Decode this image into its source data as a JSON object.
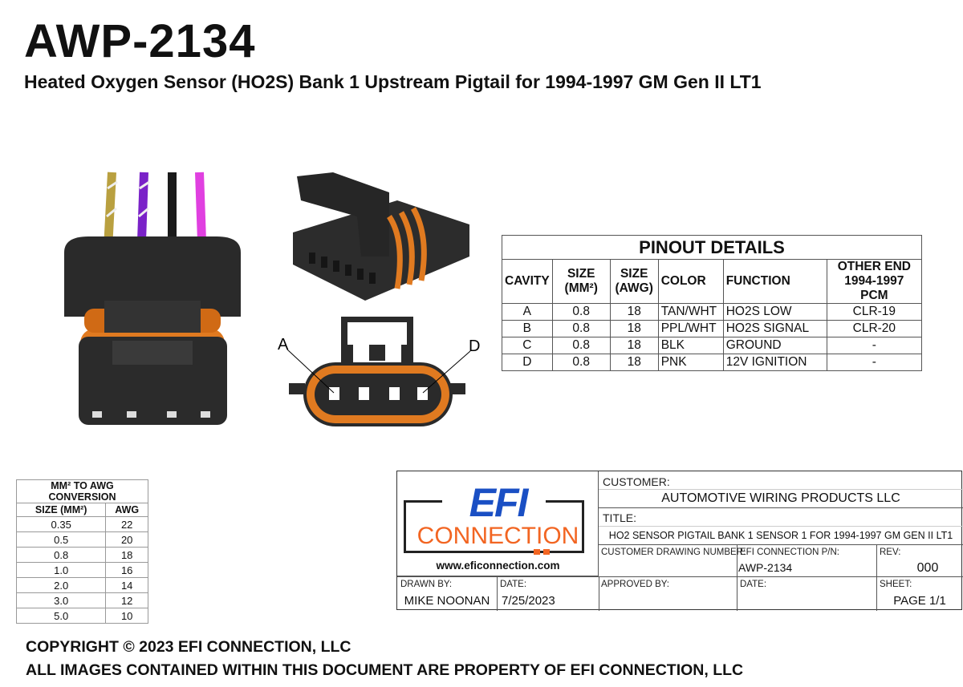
{
  "header": {
    "part_number": "AWP-2134",
    "subtitle": "Heated Oxygen Sensor (HO2S) Bank 1 Upstream Pigtail for 1994-1997 GM Gen II LT1"
  },
  "diagram": {
    "label_a": "A",
    "label_d": "D",
    "wire_colors": [
      "#b9a040",
      "#7a22c8",
      "#1a1a1a",
      "#e040e0"
    ],
    "seal_color": "#e07a20"
  },
  "pinout": {
    "title": "PINOUT DETAILS",
    "headers": [
      "CAVITY",
      "SIZE (MM²)",
      "SIZE (AWG)",
      "COLOR",
      "FUNCTION",
      "OTHER END 1994-1997 PCM"
    ],
    "rows": [
      [
        "A",
        "0.8",
        "18",
        "TAN/WHT",
        "HO2S LOW",
        "CLR-19"
      ],
      [
        "B",
        "0.8",
        "18",
        "PPL/WHT",
        "HO2S SIGNAL",
        "CLR-20"
      ],
      [
        "C",
        "0.8",
        "18",
        "BLK",
        "GROUND",
        "-"
      ],
      [
        "D",
        "0.8",
        "18",
        "PNK",
        "12V IGNITION",
        "-"
      ]
    ]
  },
  "conversion": {
    "title": "MM² TO AWG CONVERSION",
    "headers": [
      "SIZE (MM²)",
      "AWG"
    ],
    "rows": [
      [
        "0.35",
        "22"
      ],
      [
        "0.5",
        "20"
      ],
      [
        "0.8",
        "18"
      ],
      [
        "1.0",
        "16"
      ],
      [
        "2.0",
        "14"
      ],
      [
        "3.0",
        "12"
      ],
      [
        "5.0",
        "10"
      ]
    ]
  },
  "title_block": {
    "logo_top": "EFI",
    "logo_bottom": "CONNECTION",
    "website": "www.eficonnection.com",
    "customer_label": "CUSTOMER:",
    "customer": "AUTOMOTIVE WIRING PRODUCTS LLC",
    "title_label": "TITLE:",
    "title": "HO2 SENSOR PIGTAIL BANK 1 SENSOR 1 FOR 1994-1997 GM GEN II LT1",
    "cust_dwg_label": "CUSTOMER DRAWING NUMBER:",
    "cust_dwg": "",
    "pn_label": "EFI CONNECTION P/N:",
    "pn": "AWP-2134",
    "rev_label": "REV:",
    "rev": "000",
    "drawn_label": "DRAWN BY:",
    "drawn": "MIKE NOONAN",
    "date_label": "DATE:",
    "date": "7/25/2023",
    "approved_label": "APPROVED BY:",
    "approved": "",
    "date2_label": "DATE:",
    "date2": "",
    "sheet_label": "SHEET:",
    "sheet": "PAGE 1/1",
    "brand_blue": "#1a4fc4",
    "brand_orange": "#f26522"
  },
  "footer": {
    "line1": "COPYRIGHT © 2023 EFI CONNECTION, LLC",
    "line2": "ALL IMAGES CONTAINED WITHIN THIS DOCUMENT ARE PROPERTY OF EFI CONNECTION, LLC"
  }
}
